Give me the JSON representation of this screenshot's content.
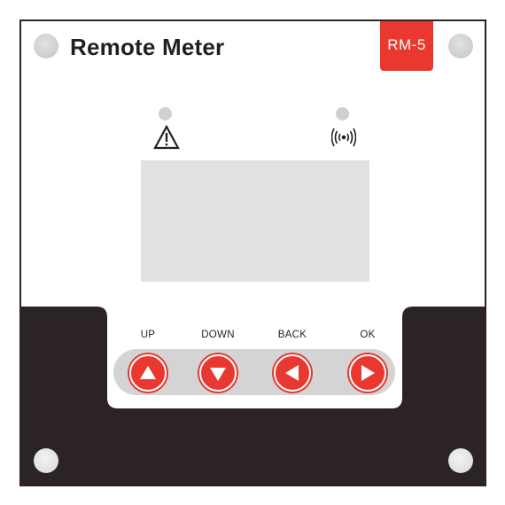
{
  "device": {
    "title": "Remote Meter",
    "model_badge": "RM-5"
  },
  "indicators": {
    "left_icon": "warning-triangle-icon",
    "right_icon": "wireless-signal-icon"
  },
  "buttons": [
    {
      "label": "UP",
      "icon": "arrow-up-icon"
    },
    {
      "label": "DOWN",
      "icon": "arrow-down-icon"
    },
    {
      "label": "BACK",
      "icon": "arrow-left-icon"
    },
    {
      "label": "OK",
      "icon": "arrow-right-icon"
    }
  ],
  "colors": {
    "accent": "#e8382f",
    "dark_panel": "#2b2324",
    "display": "#e1e1e1",
    "key_strip": "#d4d4d4"
  }
}
